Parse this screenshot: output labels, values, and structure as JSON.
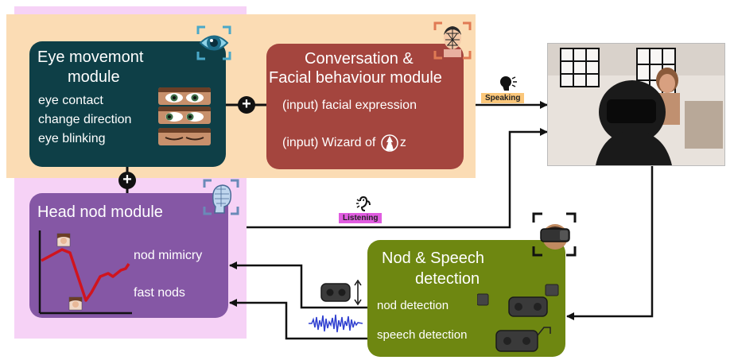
{
  "eye_module": {
    "title_line1": "Eye movemont",
    "title_line2": "module",
    "items": [
      "eye contact",
      "change direction",
      "eye blinking"
    ]
  },
  "conversation_module": {
    "title_line1": "Conversation &",
    "title_line2": "Facial behaviour module",
    "input1": "(input) facial expression",
    "input2_prefix": "(input) Wizard of ",
    "input2_suffix": "z"
  },
  "head_nod_module": {
    "title": "Head nod module",
    "item1": "nod mimicry",
    "item2": "fast nods"
  },
  "detection_module": {
    "title_line1": "Nod & Speech",
    "title_line2": "detection",
    "item1": "nod detection",
    "item2": "speech detection"
  },
  "labels": {
    "speaking": "Speaking",
    "listening": "Listening"
  },
  "colors": {
    "eye_module": "#0e3f47",
    "conversation_module": "#a4453e",
    "head_nod_module": "#8557a5",
    "detection_module": "#6e8711",
    "speaking_tag": "#fbc77a",
    "listening_tag": "#e05ce0"
  },
  "icons": [
    "eye-scan-icon",
    "face-scan-icon",
    "head-scan-icon",
    "vr-headset-scan-icon",
    "speaking-person-icon",
    "listening-ear-icon",
    "wizard-icon",
    "plus-icon"
  ]
}
